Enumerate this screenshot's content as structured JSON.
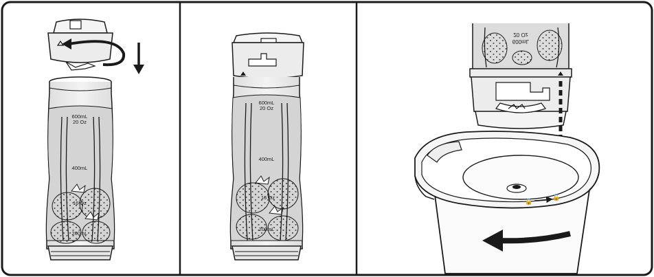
{
  "panels": [
    {
      "id": "step-1",
      "scale": {
        "top_ml": "600mL",
        "top_oz": "20 Oz",
        "mid_ml": "400mL",
        "mid_oz": "16 Oz",
        "bottom_ml": "200mL"
      }
    },
    {
      "id": "step-2",
      "scale": {
        "top_ml": "600mL",
        "top_oz": "20 Oz",
        "mid_ml": "400mL",
        "mid_oz": "16 Oz",
        "bottom_ml": "200mL"
      }
    },
    {
      "id": "step-3",
      "cup_text_mirrored": {
        "ml": "600mL",
        "oz": "20 Oz"
      },
      "lock_icons": {
        "locked": "🔒",
        "unlocked": "🔓"
      }
    }
  ],
  "colors": {
    "outline": "#1a1a1a",
    "liquid": "#d4d4d4",
    "cup": "#ececec",
    "blade_base": "#e6e6e6",
    "strawberry_seed": "#1a1a1a"
  },
  "icons": [
    "rotate-arrow-icon",
    "down-arrow-icon",
    "dashed-insert-arrow-icon",
    "twist-arrow-icon",
    "lock-icon",
    "unlock-icon"
  ]
}
